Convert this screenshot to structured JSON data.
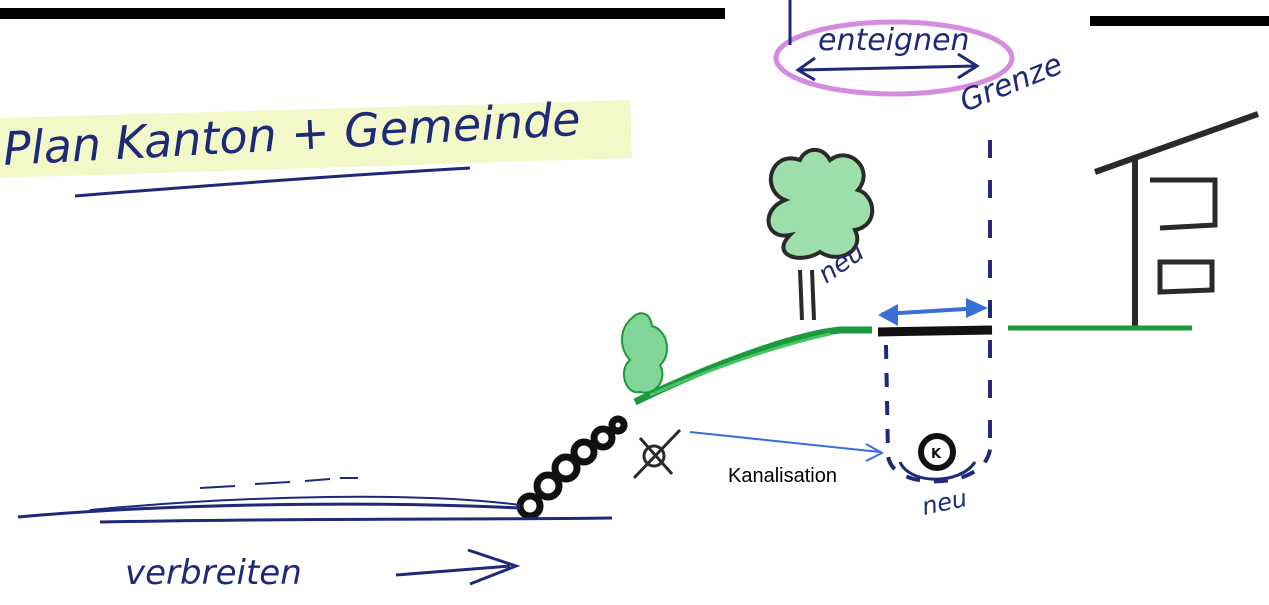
{
  "annotations": {
    "title": "Plan Kanton + Gemeinde",
    "expropriate": "enteignen",
    "border": "Grenze",
    "tree_new": "neu",
    "pipe_new": "neu",
    "pipe_marker": "K",
    "widen": "verbreiten"
  },
  "labels": {
    "sewer": "Kanalisation"
  },
  "colors": {
    "ink": "#1e2a78",
    "ink_dark": "#2a2a2a",
    "green": "#1a9a3a",
    "green_light": "#4cc36a",
    "highlight_yellow": "#f2f8c8",
    "highlight_pink": "#d58be0",
    "arrow_blue": "#3a6fd8"
  }
}
